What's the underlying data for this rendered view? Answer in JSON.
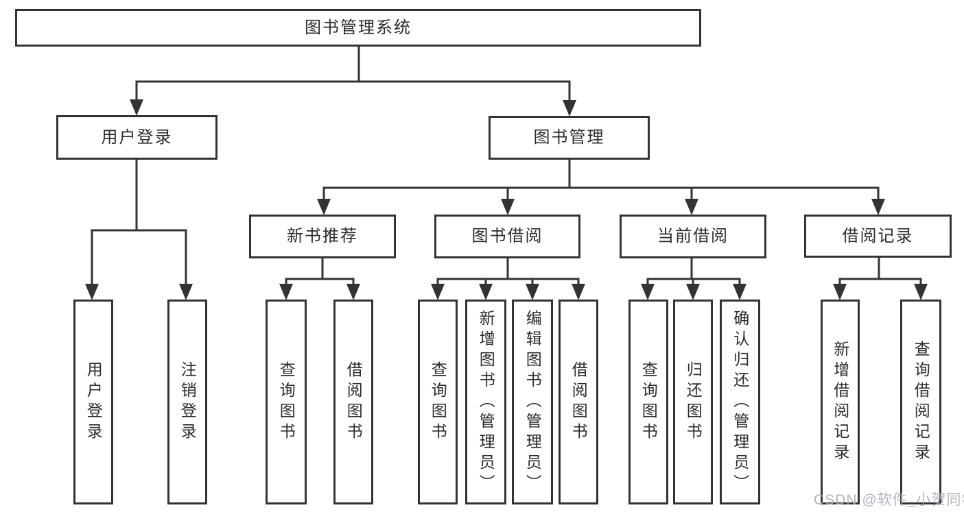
{
  "diagram": {
    "title": "图书管理系统",
    "watermark": "CSDN @软件_小贺同学",
    "colors": {
      "line": "#333333",
      "text": "#2b2b2b",
      "background": "#ffffff",
      "watermark": "#a8adb5"
    },
    "nodes": {
      "root": {
        "label": "图书管理系统"
      },
      "login_group": {
        "label": "用户登录"
      },
      "book_mgmt": {
        "label": "图书管理"
      },
      "new_book_rec": {
        "label": "新书推荐"
      },
      "book_borrow": {
        "label": "图书借阅"
      },
      "current_borrow": {
        "label": "当前借阅"
      },
      "borrow_records": {
        "label": "借阅记录"
      },
      "user_login": {
        "label": "用户登录"
      },
      "logout": {
        "label": "注销登录"
      },
      "rec_query": {
        "label": "查询图书"
      },
      "rec_borrow": {
        "label": "借阅图书"
      },
      "bb_query": {
        "label": "查询图书"
      },
      "bb_add": {
        "label": "新增图书（管理员）"
      },
      "bb_edit": {
        "label": "编辑图书（管理员）"
      },
      "bb_borrow": {
        "label": "借阅图书"
      },
      "cb_query": {
        "label": "查询图书"
      },
      "cb_return": {
        "label": "归还图书"
      },
      "cb_confirm": {
        "label": "确认归还（管理员）"
      },
      "br_add": {
        "label": "新增借阅记录"
      },
      "br_query": {
        "label": "查询借阅记录"
      }
    },
    "tree": {
      "root": [
        "login_group",
        "book_mgmt"
      ],
      "login_group": [
        "user_login",
        "logout"
      ],
      "book_mgmt": [
        "new_book_rec",
        "book_borrow",
        "current_borrow",
        "borrow_records"
      ],
      "new_book_rec": [
        "rec_query",
        "rec_borrow"
      ],
      "book_borrow": [
        "bb_query",
        "bb_add",
        "bb_edit",
        "bb_borrow"
      ],
      "current_borrow": [
        "cb_query",
        "cb_return",
        "cb_confirm"
      ],
      "borrow_records": [
        "br_add",
        "br_query"
      ]
    }
  }
}
